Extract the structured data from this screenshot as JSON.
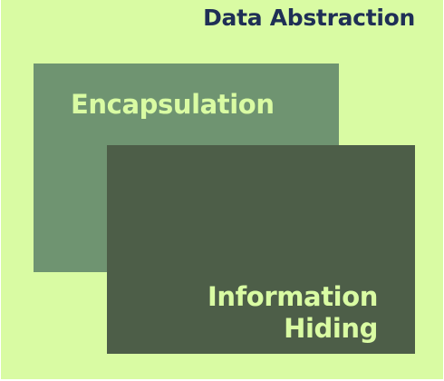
{
  "diagram": {
    "outer": {
      "title": "Data Abstraction",
      "color": "#d9fba3",
      "title_color": "#1f2f56"
    },
    "encapsulation": {
      "label": "Encapsulation",
      "color": "#6f9471"
    },
    "information_hiding": {
      "label_line1": "Information",
      "label_line2": "Hiding",
      "color": "#4d5e48"
    },
    "label_color": "#d9fba3"
  }
}
